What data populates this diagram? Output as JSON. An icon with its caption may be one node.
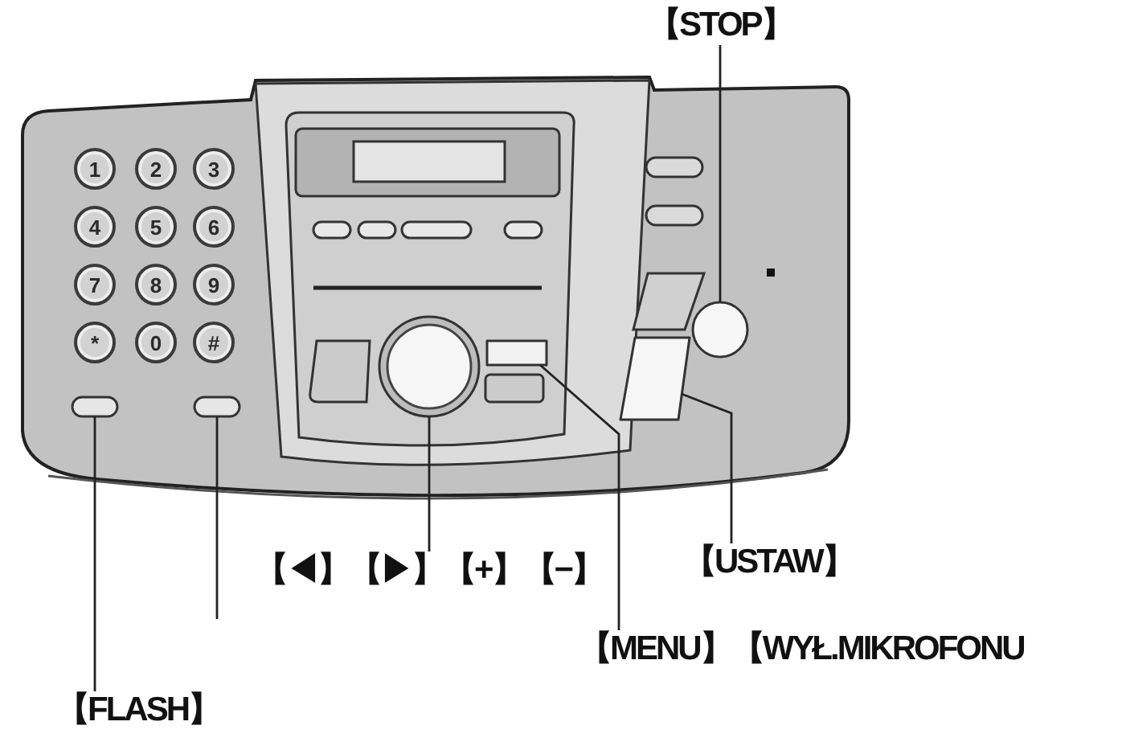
{
  "diagram": {
    "nodes": [
      {
        "text": [
          "【STOP】"
        ]
      },
      {
        "text": [
          "【◀】【▶】【+】【−】"
        ]
      },
      {
        "text": [
          "【USTAW】"
        ]
      },
      {
        "text": [
          "【MENU】【WYŁ.MIKROFONU"
        ]
      },
      {
        "text": [
          "【FLASH】"
        ]
      },
      {
        "text": [],
        "shape": "oval"
      },
      {
        "text": [],
        "shape": "oval"
      },
      {
        "text": [],
        "shape": "circle"
      },
      {
        "text": [],
        "shape": "box"
      },
      {
        "text": [],
        "shape": "box"
      },
      {
        "text": [],
        "shape": "circle"
      }
    ],
    "edges": [
      {
        "from": 0,
        "to": 10,
        "arrow": "none"
      },
      {
        "from": 1,
        "to": 7,
        "arrow": "none"
      },
      {
        "from": 2,
        "to": 9,
        "arrow": "none"
      },
      {
        "from": 3,
        "to": 8,
        "arrow": "none"
      },
      {
        "from": 4,
        "to": 5,
        "arrow": "none"
      },
      {
        "from": 6,
        "to": null,
        "arrow": "none"
      }
    ],
    "labels": [
      "1",
      "2",
      "3",
      "4",
      "5",
      "6",
      "7",
      "8",
      "9",
      "*",
      "0",
      "#"
    ]
  }
}
